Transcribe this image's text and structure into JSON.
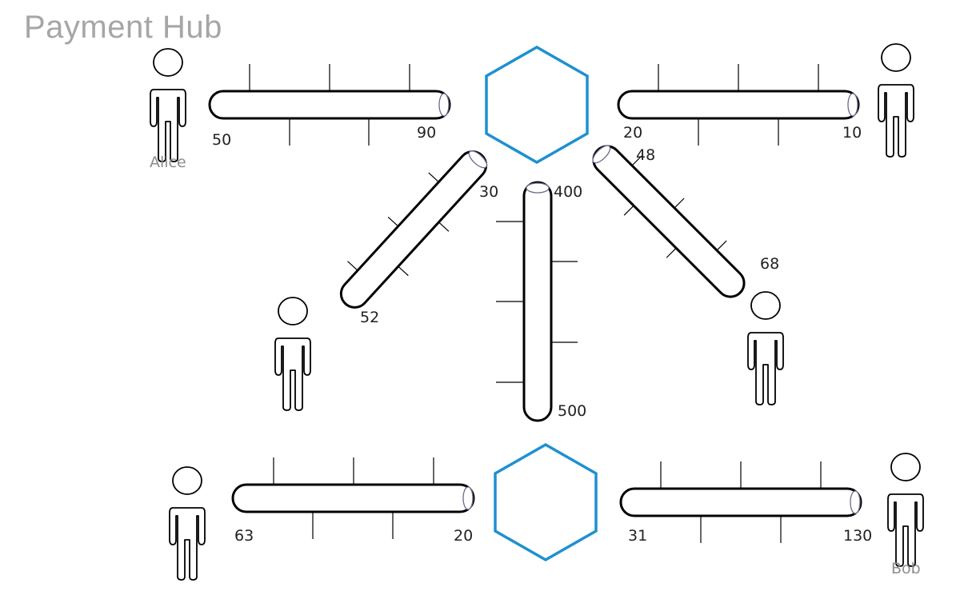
{
  "title": "Payment Hub",
  "colors": {
    "hub": "#1e90d0",
    "title": "#a6a6a6",
    "name": "#8c8c8c"
  },
  "people": {
    "alice": "Alice",
    "bob": "Bob"
  },
  "channels": {
    "alice_hub": {
      "left": "50",
      "right": "90"
    },
    "hub_topright": {
      "left": "20",
      "right": "10"
    },
    "hub_midleft": {
      "top": "30",
      "bottom": "52"
    },
    "hub_midright": {
      "top": "48",
      "bottom": "68"
    },
    "hub_hub": {
      "top": "400",
      "bottom": "500"
    },
    "bottomleft_hub": {
      "left": "63",
      "right": "20"
    },
    "hub_bob": {
      "left": "31",
      "right": "130"
    }
  }
}
